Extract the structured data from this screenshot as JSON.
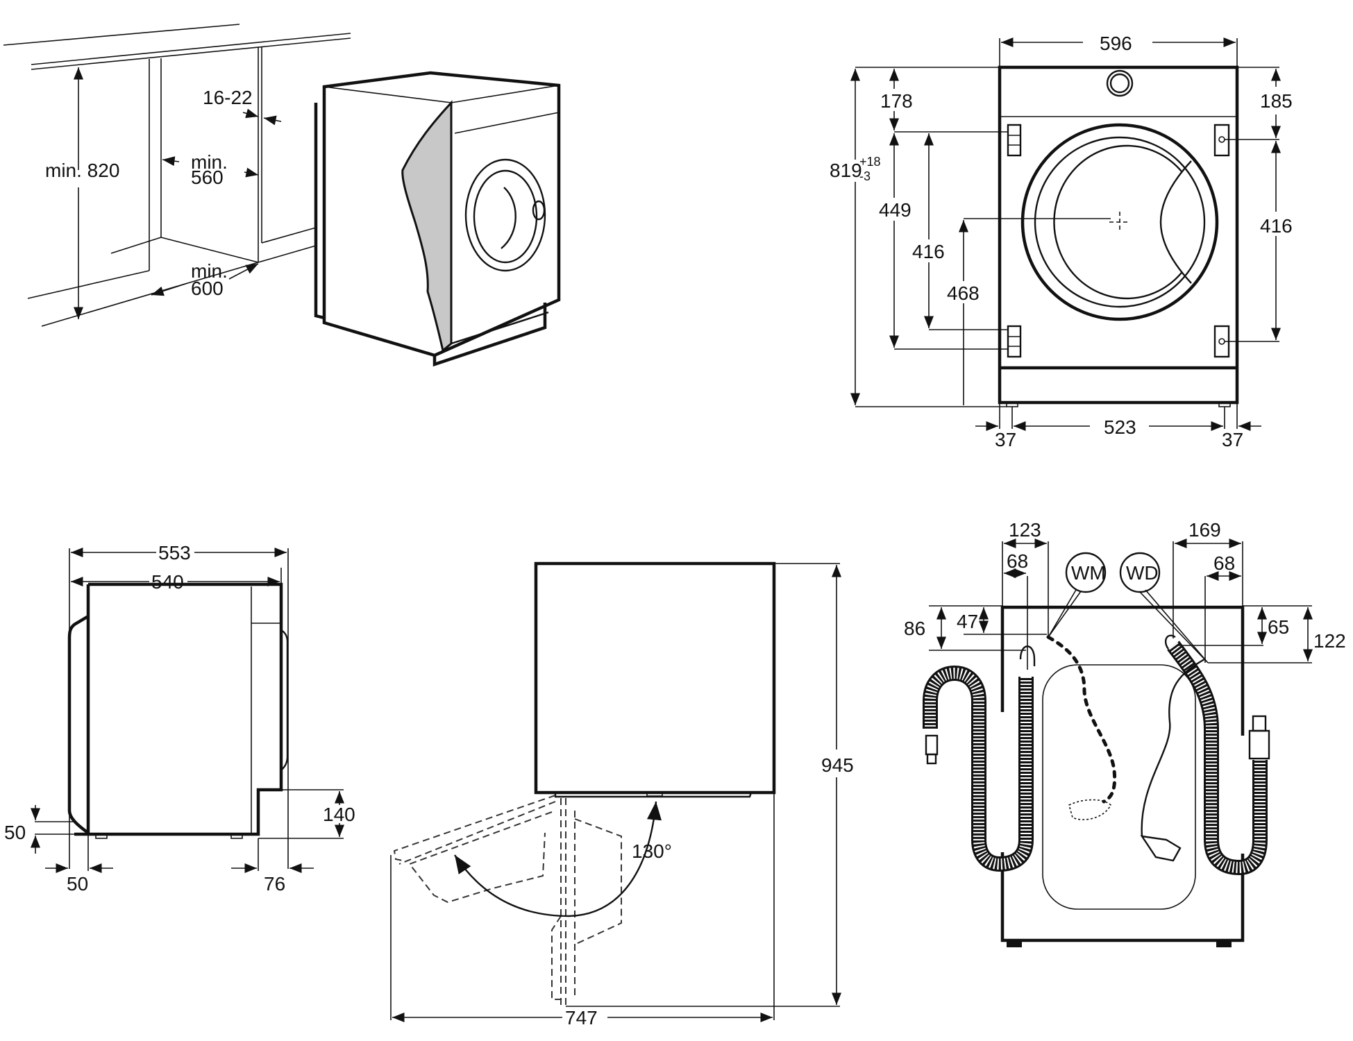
{
  "diagram": {
    "subject": "Built-in washing machine installation dimensions (mm)",
    "niche_view": {
      "labels": {
        "height": "min. 820",
        "width_min": "min.",
        "width_val": "560",
        "depth_min": "min.",
        "depth_val": "600",
        "panel_thickness": "16-22"
      }
    },
    "front_view": {
      "labels": {
        "width": "596",
        "height_main": "819",
        "height_tol_plus": "+18",
        "height_tol_minus": "-3",
        "top_left": "178",
        "top_right": "185",
        "left_hinge_span": "449",
        "left_inner_span": "416",
        "right_span": "416",
        "door_center_height": "468",
        "foot_span": "523",
        "foot_offset_left": "37",
        "foot_offset_right": "37"
      }
    },
    "side_view": {
      "labels": {
        "overall_depth": "553",
        "body_depth": "540",
        "bottom_recess_height": "140",
        "door_bottom_offset": "50",
        "front_offset": "50",
        "rear_offset": "76"
      }
    },
    "door_view": {
      "labels": {
        "open_angle": "130°",
        "total_depth": "747",
        "height": "945"
      }
    },
    "back_view": {
      "labels": {
        "wm": "WM",
        "wd": "WD",
        "left_outer": "123",
        "left_inner": "68",
        "right_outer": "169",
        "right_inner": "68",
        "left_height_outer": "86",
        "left_height_inner": "47",
        "right_height_inner": "65",
        "right_height_outer": "122"
      }
    }
  }
}
